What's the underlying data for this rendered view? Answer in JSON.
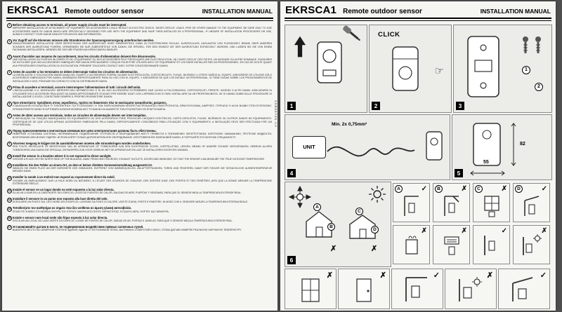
{
  "header": {
    "model": "EKRSCA1",
    "product": "Remote outdoor sensor",
    "doc": "INSTALLATION MANUAL"
  },
  "left": {
    "side_code": "3SB65745-1A",
    "items": [
      {
        "num": "1",
        "lead": "Before obtaining access to terminals, all power supply circuits must be interrupted.",
        "body": "IMPROPER INSTALLATION OR ATTACHMENT OF EQUIPMENT OR ACCESSORIES COULD RESULT IN ELECTRIC SHOCK, SHORT-CIRCUIT, LEAKS, FIRE OR OTHER DAMAGE TO THE EQUIPMENT. BE SURE ONLY TO USE ACCESSORIES MADE BY DAIKIN WHICH ARE SPECIFICALLY DESIGNED FOR USE WITH THE EQUIPMENT AND HAVE THEM INSTALLED BY A PROFESSIONAL. IF UNSURE OF INSTALLATION PROCEDURES OR USE, ALWAYS CONTACT YOUR DAIKIN DEALER FOR ADVICE AND INFORMATION."
      },
      {
        "num": "2",
        "lead": "Vor Zugriff auf die Klemmen müssen alle Stromkreise der Spannungsversorgung unterbrochen werden.",
        "body": "UNSACHGEMÄSSE INSTALLATION ODER BEFESTIGUNG DER AUSRÜSTUNG ODER ZUBEHÖRTEILE KANN ZU ELEKTRISCHEM SCHLAG, KURZSCHLUSS, AUSLAUFEN VON FLÜSSIGKEIT, BRAND ODER ANDEREN SCHÄDEN DER AUSRÜSTUNG FÜHREN. VERWENDEN SIE NUR ZUBEHÖRTEILE VON DAIKIN, DIE SPEZIELL FÜR DEN EINSATZ MIT DER AUSRÜSTUNG ENTWICKELT WURDEN, UND LASSEN SIE SIE VON EINEM FACHMANN INSTALLIEREN. WENDEN SIE SICH BEI FRAGEN AN IHREN DAIKIN-HÄNDLER."
      },
      {
        "num": "3",
        "lead": "Avant d'accéder aux moyens de raccordement, tous les circuits d'alimentation doivent être déconnectés.",
        "body": "UNE INSTALLATION OU FIXATION INCORRECTE DE L'ÉQUIPEMENT OU DES ACCESSOIRES PEUT PROVOQUER UNE ÉLECTROCUTION, UN COURT-CIRCUIT, DES FUITES, UN INCENDIE OU AUTRE DOMMAGE. S'ASSURER DE N'UTILISER QUE DES ACCESSOIRES FABRIQUÉS PAR DAIKIN SPÉCIALEMENT CONÇUS POUR ÊTRE UTILISÉS AVEC CET ÉQUIPEMENT ET LES FAIRE INSTALLER PAR UN PROFESSIONNEL. EN CAS DE DOUTE QUANT AUX PROCÉDURES D'INSTALLATION OU D'UTILISATION, PRENDRE TOUJOURS CONTACT AVEC VOTRE CONCESSIONNAIRE DAIKIN."
      },
      {
        "num": "4",
        "lead": "Antes de acceder a los terminales se deben interrumpir todos los circuitos de alimentación.",
        "body": "LA INSTALACIÓN O COLOCACIÓN INADECUADA DEL EQUIPO O ACCESORIOS PODRÍA CAUSAR ELECTROCUCIÓN, CORTOCIRCUITO, FUGAS, INCENDIO U OTROS DAÑOS AL EQUIPO. ASEGÚRESE DE UTILIZAR SÓLO ACCESORIOS FABRICADOS POR DAIKIN, DISEÑADOS ESPECÍFICAMENTE PARA SU USO CON EL EQUIPO, Y ASEGÚRESE DE QUE LOS INSTALE UN PROFESIONAL. SI TIENE DUDAS SOBRE LOS PROCEDIMIENTOS DE INSTALACIÓN O USO, PÓNGASE EN CONTACTO CON SU DISTRIBUIDOR DAIKIN."
      },
      {
        "num": "5",
        "lead": "Prima di accedere ai terminali, occorre interrompere l'alimentazione di tutti i circuiti dell'unità.",
        "body": "L'INSTALLAZIONE O IL MONTAGGIO IMPROPRI DELL'APPARECCHIO O DI UN SUO ACCESSORIO POTREBBERO DAR LUOGO A FOLGORAZIONI, CORTOCIRCUITI, PERDITE, INCENDI O ALTRI DANNI. ASSICURARSI DI UTILIZZARE SOLO ACCESSORI REALIZZATI DA DAIKIN APPOSITAMENTE STUDIATI PER ESSERE USATI CON L'APPARECCHIO E FARLI INSTALLARE DA UN PROFESSIONISTA. SE SI HANNO DUBBI SULLE PROCEDURE DI INSTALLAZIONE O D'USO, CONTATTARE SEMPRE IL PROPRIO RIVENDITORE DAIKIN."
      },
      {
        "num": "6",
        "lead": "Πριν αποκτήσετε πρόσβαση στους ακροδέκτες, πρέπει να διακοπούν όλα τα κυκλώματα τροφοδοσίας ρεύματος.",
        "body": "Η ΑΚΑΤΑΛΛΗΛΗ ΕΓΚΑΤΑΣΤΑΣΗ Ή ΤΟΠΟΘΕΤΗΣΗ ΤΟΥ ΕΞΟΠΛΙΣΜΟΥ Ή ΤΩΝ ΠΑΡΕΛΚΟΜΕΝΩΝ ΜΠΟΡΕΙ ΝΑ ΠΡΟΚΑΛΕΣΕΙ ΗΛΕΚΤΡΟΠΛΗΞΙΑ, ΒΡΑΧΥΚΥΚΛΩΜΑ, ΔΙΑΡΡΟΕΣ, ΠΥΡΚΑΓΙΑ Ή ΑΛΛΗ ΒΛΑΒΗ ΣΤΟΝ ΕΞΟΠΛΙΣΜΟ. ΧΡΗΣΙΜΟΠΟΙΕΙΤΕ ΜΟΝΟ ΕΞΑΡΤΗΜΑΤΑ ΚΑΤΑΣΚΕΥΑΣΜΕΝΑ ΑΠΟ ΤΗ DAIKIN ΚΑΙ ΑΝΑΘΕΣΤΕ ΤΗΝ ΕΓΚΑΤΑΣΤΑΣΗ ΣΕ ΕΠΑΓΓΕΛΜΑΤΙΑ."
      },
      {
        "num": "7",
        "lead": "Antes de obter acesso aos terminais, todos os circuitos de alimentação devem ser interrompidos.",
        "body": "A INSTALAÇÃO OU FIXAÇÃO INADEQUADAS DO EQUIPAMENTO OU DOS ACESSÓRIOS PODE PROVOCAR CHOQUES ELÉCTRICOS, CURTO-CIRCUITOS, FUGAS, INCÊNDIOS OU OUTROS DANOS NO EQUIPAMENTO. CERTIFIQUE-SE DE QUE UTILIZA APENAS ACESSÓRIOS FABRICADOS PELA DAIKIN, ESPECIFICAMENTE CONCEBIDOS PARA UTILIZAÇÃO COM O EQUIPAMENTO; A INSTALAÇÃO DEVE SER EFECTUADA POR UM PROFISSIONAL."
      },
      {
        "num": "8",
        "lead": "Перед прикосновением к контактным клеммам все цепи электропитания должны быть обесточены.",
        "body": "НЕВЕРНАЯ УСТАНОВКА СИСТЕМЫ, НЕПРАВИЛЬНОЕ ПОДКЛЮЧЕНИЕ УСТРОЙСТВ И ОБОРУДОВАНИЯ МОГУТ ПРИВЕСТИ К ПОРАЖЕНИЮ ЭЛЕКТРОТОКОМ, КОРОТКОМУ ЗАМЫКАНИЮ, ПРОТЕЧКЕ ЖИДКОСТИ, ВОЗГОРАНИЮ ИЛИ ИНОМУ УЩЕРБУ. ИСПОЛЬЗУЙТЕ ТОЛЬКО ДОПОЛНИТЕЛЬНОЕ ОБОРУДОВАНИЕ, ИЗГОТОВЛЕННОЕ КОМПАНИЕЙ DAIKIN, И ПОРУЧАЙТЕ ЕГО МОНТАЖ СПЕЦИАЛИСТУ."
      },
      {
        "num": "9",
        "lead": "Alvorens toegang te krijgen tot de aansluitklemmen moeten alle stroomkringen worden onderbroken.",
        "body": "EEN FOUTE INSTALLATIE OF BEVESTIGING VAN DE APPARATUUR OF TOEBEHOREN KAN EEN ELEKTRISCHE SCHOK, KORTSLUITING, LEKKEN, BRAND OF ANDERE SCHADE VEROORZAKEN. GEBRUIK ALLEEN TOEBEHOREN VAN DAIKIN DIE SPECIAAL ONTWORPEN ZIJN VOOR GEBRUIK MET DE APPARATUUR EN LAAT ZE INSTALLEREN DOOR EEN VAKMAN."
      },
      {
        "num": "10",
        "lead": "Install the sensor in a location where it is not exposed to direct sunlight.",
        "body": "CHOOSE A PLACE ON THE NORTH SIDE OF THE BUILDING, AWAY FROM HEAT SOURCES, EXHAUST OUTLETS, DOORS AND WINDOWS, SO THAT THE SENSOR CAN MEASURE THE TRUE OUTDOOR TEMPERATURE."
      },
      {
        "num": "11",
        "lead": "Installieren Sie den Fühler an einem Ort, an dem er keiner direkten Sonneneinstrahlung ausgesetzt ist.",
        "body": "WÄHLEN SIE EINEN PLATZ AN DER NORDSEITE DES GEBÄUDES, ENTFERNT VON WÄRMEQUELLEN, ABLUFTÖFFNUNGEN, TÜREN UND FENSTERN, DAMIT DER FÜHLER DIE TATSÄCHLICHE AUSSENTEMPERATUR MESSEN KANN."
      },
      {
        "num": "12",
        "lead": "Installer la sonde à un endroit non exposé au rayonnement direct du soleil.",
        "body": "CHOISIR UN EMPLACEMENT SUR LA FACE NORD DU BÂTIMENT, À L'ÉCART DES SOURCES DE CHALEUR, DES SORTIES D'AIR, DES PORTES ET DES FENÊTRES, AFIN QUE LA SONDE MESURE LA TEMPÉRATURE EXTÉRIEURE RÉELLE."
      },
      {
        "num": "13",
        "lead": "Instale el sensor en un lugar donde no esté expuesto a la luz solar directa.",
        "body": "ELIJA UN LUGAR EN LA CARA NORTE DEL EDIFICIO, LEJOS DE FUENTES DE CALOR, SALIDAS DE AIRE, PUERTAS Y VENTANAS, PARA QUE EL SENSOR MIDA LA TEMPERATURA EXTERIOR REAL."
      },
      {
        "num": "14",
        "lead": "Installare il sensore in un punto non esposto alla luce diretta del sole.",
        "body": "SCEGLIERE UN PUNTO SUL LATO NORD DELL'EDIFICIO, LONTANO DA FONTI DI CALORE, USCITE D'ARIA, PORTE E FINESTRE, IN MODO CHE IL SENSORE MISURI LA TEMPERATURA ESTERNA REALE."
      },
      {
        "num": "15",
        "lead": "Τοποθετήστε τον αισθητήρα σε σημείο που δεν εκτίθεται σε άμεση ηλιακή ακτινοβολία.",
        "body": "ΕΠΙΛΕΞΤΕ ΣΗΜΕΙΟ ΣΤΗ ΒΟΡΕΙΑ ΠΛΕΥΡΑ ΤΟΥ ΚΤΙΡΙΟΥ, ΜΑΚΡΙΑ ΑΠΟ ΠΗΓΕΣ ΘΕΡΜΟΤΗΤΑΣ, ΕΞΟΔΟΥΣ ΑΕΡΑ, ΠΟΡΤΕΣ ΚΑΙ ΠΑΡΑΘΥΡΑ."
      },
      {
        "num": "16",
        "lead": "Instale o sensor num local onde não fique exposto à luz solar directa.",
        "body": "ESCOLHA UM LOCAL NO LADO NORTE DO EDIFÍCIO, LONGE DE FONTES DE CALOR, SAÍDAS DE AR, PORTAS E JANELAS, PARA QUE O SENSOR MEÇA A TEMPERATURA EXTERIOR REAL."
      },
      {
        "num": "17",
        "lead": "Устанавливайте датчик в месте, не подверженном воздействию прямых солнечных лучей.",
        "body": "ВЫБЕРИТЕ МЕСТО НА СЕВЕРНОЙ СТОРОНЕ ЗДАНИЯ, ВДАЛИ ОТ ИСТОЧНИКОВ ТЕПЛА, ВЫТЯЖНЫХ ОТВЕРСТИЙ И ОКОН, ЧТОБЫ ДАТЧИК ИЗМЕРЯЛ РЕАЛЬНУЮ НАРУЖНУЮ ТЕМПЕРАТУРУ."
      }
    ]
  },
  "right": {
    "p1": {
      "num": "1"
    },
    "p2": {
      "num": "2",
      "click": "CLICK"
    },
    "p3": {
      "num": "3",
      "s1": "1",
      "s2": "2"
    },
    "p4": {
      "num": "4",
      "unit": "UNIT",
      "cable": "Min. 2x 0,75mm²"
    },
    "p5": {
      "num": "5",
      "h": "82",
      "w": "55"
    },
    "p6": {
      "num": "6",
      "a": "A",
      "b": "B",
      "c": "C",
      "d": "D",
      "x1": "✗",
      "x2": "✗"
    },
    "scen": {
      "letters": [
        "A",
        "B",
        "C",
        "D"
      ],
      "marks1": [
        "✓",
        "✗",
        "✗",
        "✓"
      ],
      "marks2": [
        "✗",
        "✗",
        "✓",
        "✗"
      ],
      "bottom": [
        "✗",
        "✗",
        "✓",
        "✗",
        "✓"
      ]
    }
  }
}
